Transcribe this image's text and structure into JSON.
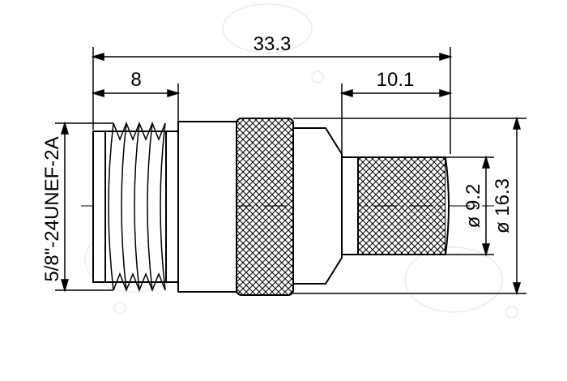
{
  "dimensions": {
    "overall_length": "33.3",
    "thread_section_length": "8",
    "crimp_section_length": "10.1",
    "crimp_diameter": "ø 9.2",
    "body_diameter": "ø 16.3",
    "thread_spec": "5/8\"-24UNEF-2A"
  },
  "colors": {
    "line": "#000000",
    "background": "#ffffff",
    "watermark": "#e9e9e9"
  }
}
